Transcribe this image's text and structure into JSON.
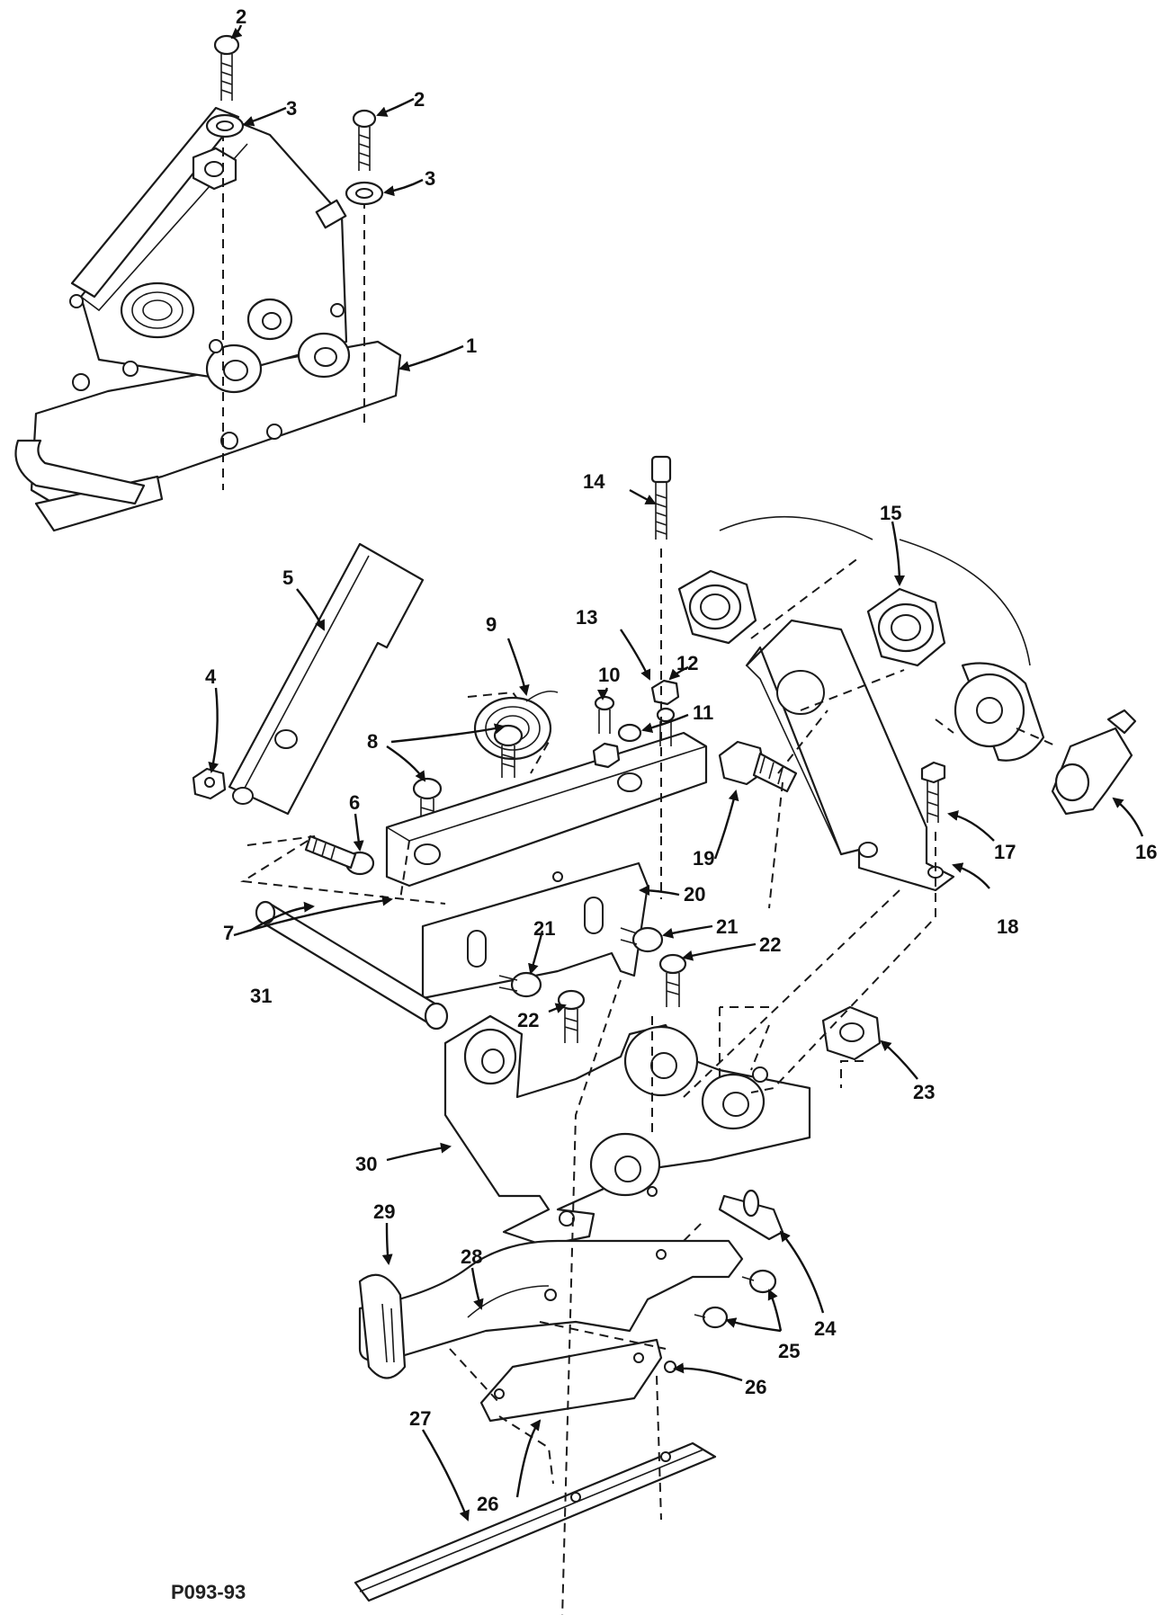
{
  "figure": {
    "drawing_code": "P093-93",
    "callouts": [
      "1",
      "2",
      "2",
      "3",
      "3",
      "4",
      "5",
      "6",
      "7",
      "8",
      "9",
      "10",
      "11",
      "12",
      "13",
      "14",
      "15",
      "16",
      "17",
      "18",
      "19",
      "20",
      "21",
      "21",
      "22",
      "22",
      "23",
      "24",
      "25",
      "26",
      "26",
      "27",
      "28",
      "29",
      "30",
      "31"
    ]
  },
  "colors": {
    "ink": "#1a1a1a",
    "paper": "#ffffff"
  }
}
